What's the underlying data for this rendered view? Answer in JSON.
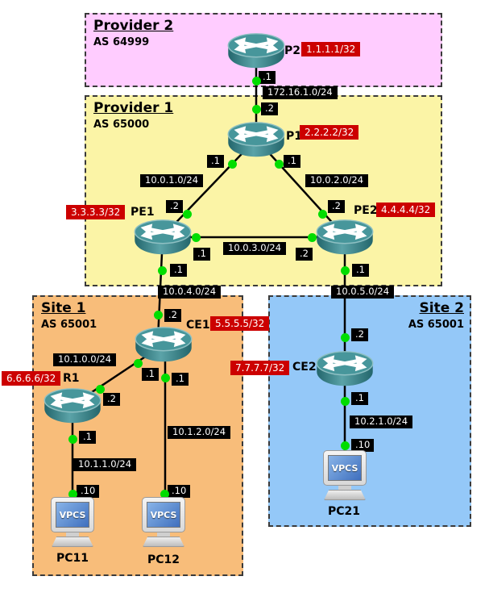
{
  "regions": {
    "provider2": {
      "title": "Provider 2",
      "as_label": "AS 64999"
    },
    "provider1": {
      "title": "Provider 1",
      "as_label": "AS 65000"
    },
    "site1": {
      "title": "Site 1",
      "as_label": "AS 65001"
    },
    "site2": {
      "title": "Site 2",
      "as_label": "AS 65001"
    }
  },
  "routers": {
    "p2": {
      "label": "P2",
      "loopback": "1.1.1.1/32"
    },
    "p1": {
      "label": "P1",
      "loopback": "2.2.2.2/32"
    },
    "pe1": {
      "label": "PE1",
      "loopback": "3.3.3.3/32"
    },
    "pe2": {
      "label": "PE2",
      "loopback": "4.4.4.4/32"
    },
    "ce1": {
      "label": "CE1",
      "loopback": "5.5.5.5/32"
    },
    "ce2": {
      "label": "CE2",
      "loopback": "7.7.7.7/32"
    },
    "r1": {
      "label": "R1",
      "loopback": "6.6.6.6/32"
    }
  },
  "pcs": {
    "pc11": {
      "label": "PC11",
      "screen": "VPCS"
    },
    "pc12": {
      "label": "PC12",
      "screen": "VPCS"
    },
    "pc21": {
      "label": "PC21",
      "screen": "VPCS"
    }
  },
  "networks": {
    "p2_p1": "172.16.1.0/24",
    "p1_pe1": "10.0.1.0/24",
    "p1_pe2": "10.0.2.0/24",
    "pe1_pe2": "10.0.3.0/24",
    "pe1_ce1": "10.0.4.0/24",
    "pe2_ce2": "10.0.5.0/24",
    "ce1_r1": "10.1.0.0/24",
    "r1_pc11": "10.1.1.0/24",
    "ce1_pc12": "10.1.2.0/24",
    "ce2_pc21": "10.2.1.0/24"
  },
  "interfaces": {
    "p2_s": ".1",
    "p1_n": ".2",
    "p1_w": ".1",
    "p1_e": ".1",
    "pe1_n": ".2",
    "pe2_n": ".2",
    "pe1_e": ".1",
    "pe2_w": ".2",
    "pe1_s": ".1",
    "pe2_s": ".1",
    "ce1_n": ".2",
    "ce1_w": ".1",
    "ce1_s": ".1",
    "ce2_n": ".2",
    "ce2_s": ".1",
    "r1_e": ".2",
    "r1_s": ".1",
    "pc11_n": ".10",
    "pc12_n": ".10",
    "pc21_n": ".10"
  },
  "colors": {
    "region_provider2": "#ffccff",
    "region_provider1": "#fbf4a6",
    "region_site1": "#f8bd7a",
    "region_site2": "#94c8f8",
    "loopback_badge": "#cc0000",
    "network_badge": "#000000",
    "link_dot": "#00dd00",
    "router_teal": "#47969b",
    "link_line": "#000000"
  }
}
